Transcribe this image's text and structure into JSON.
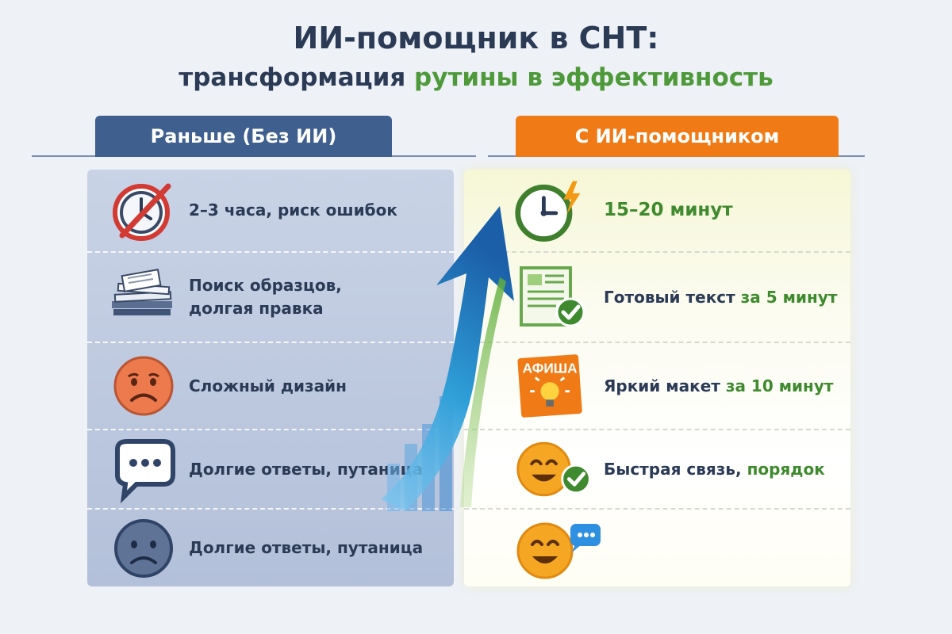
{
  "header": {
    "title": "ИИ-помощник в СНТ:",
    "subtitle_part1": "трансформация",
    "subtitle_part2": "рутины в эффективность"
  },
  "columns": {
    "left_label": "Раньше (Без ИИ)",
    "right_label": "С ИИ-помощником"
  },
  "left_rows": [
    {
      "icon": "crossed-clock-icon",
      "text_big": "2–3",
      "text": " часа, риск ошибок"
    },
    {
      "icon": "paper-stack-icon",
      "line1": "Поиск образцов,",
      "line2": "долгая правка"
    },
    {
      "icon": "sad-face-icon",
      "text": "Сложный дизайн"
    },
    {
      "icon": "speech-bubble-icon",
      "text": "Долгие ответы, путаница"
    },
    {
      "icon": "frown-face-icon",
      "text": "Долгие ответы, путаница"
    }
  ],
  "right_rows": [
    {
      "icon": "fast-clock-icon",
      "text": "15–20 минут"
    },
    {
      "icon": "document-check-icon",
      "text_a": "Готовый текст",
      "text_b": " за 5 минут"
    },
    {
      "icon": "poster-bulb-icon",
      "poster_label": "АФИША",
      "text_a": "Яркий макет",
      "text_b": " за 10 минут"
    },
    {
      "icon": "smile-check-icon",
      "text_a": "Быстрая связь,",
      "text_b": " порядок"
    },
    {
      "icon": "smile-chat-icon"
    }
  ],
  "colors": {
    "left_header": "#3f5f8e",
    "right_header": "#f07b16",
    "accent_green": "#4e9a3a",
    "title": "#2b3a55"
  }
}
